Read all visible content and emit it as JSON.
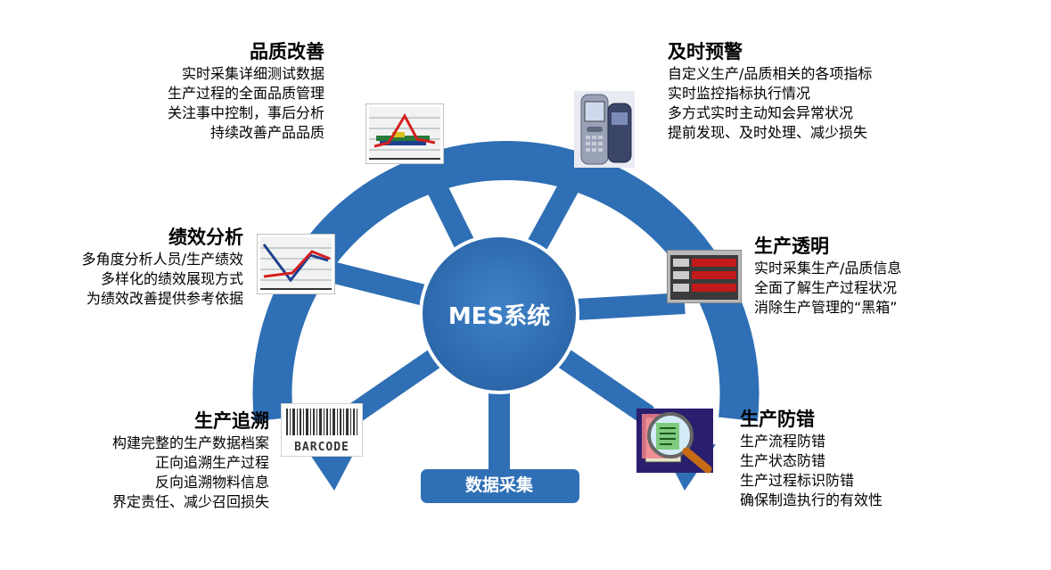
{
  "center": {
    "label": "MES系统"
  },
  "collect": {
    "label": "数据采集"
  },
  "blocks": {
    "quality": {
      "title": "品质改善",
      "lines": [
        "实时采集详细测试数据",
        "生产过程的全面品质管理",
        "关注事中控制，事后分析",
        "持续改善产品品质"
      ]
    },
    "warning": {
      "title": "及时预警",
      "lines": [
        "自定义生产/品质相关的各项指标",
        "实时监控指标执行情况",
        "多方式实时主动知会异常状况",
        "提前发现、及时处理、减少损失"
      ]
    },
    "performance": {
      "title": "绩效分析",
      "lines": [
        "多角度分析人员/生产绩效",
        "多样化的绩效展现方式",
        "为绩效改善提供参考依据"
      ]
    },
    "transparency": {
      "title": "生产透明",
      "lines": [
        "实时采集生产/品质信息",
        "全面了解生产过程状况",
        "消除生产管理的“黑箱”"
      ]
    },
    "traceability": {
      "title": "生产追溯",
      "lines": [
        "构建完整的生产数据档案",
        "正向追溯生产过程",
        "反向追溯物料信息",
        "界定责任、减少召回损失"
      ]
    },
    "errorproof": {
      "title": "生产防错",
      "lines": [
        "生产流程防错",
        "生产状态防错",
        "生产过程标识防错",
        "确保制造执行的有效性"
      ]
    }
  },
  "icons": {
    "barcode_text": "BARCODE"
  },
  "colors": {
    "wheel": "#2f6fb5",
    "hub": "#2f6fb5",
    "text": "#000000"
  }
}
